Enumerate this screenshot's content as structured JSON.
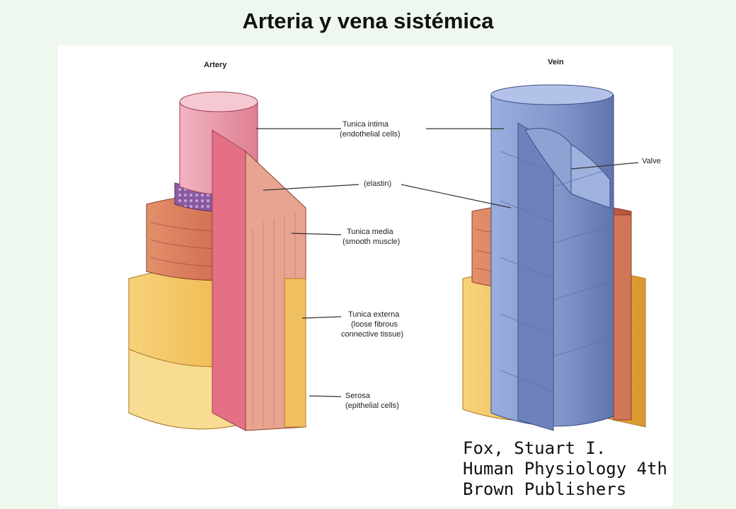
{
  "title": "Arteria y vena sistémica",
  "diagram": {
    "artery_heading": "Artery",
    "vein_heading": "Vein",
    "labels": {
      "tunica_intima": "Tunica intima",
      "tunica_intima_sub": "(endothelial cells)",
      "elastin": "(elastin)",
      "tunica_media": "Tunica media",
      "tunica_media_sub": "(smooth muscle)",
      "tunica_externa": "Tunica externa",
      "tunica_externa_sub1": "(loose fibrous",
      "tunica_externa_sub2": "connective tissue)",
      "serosa": "Serosa",
      "serosa_sub": "(epithelial cells)",
      "valve": "Valve"
    },
    "credit": {
      "line1": "Fox, Stuart I.",
      "line2": "Human Physiology 4th",
      "line3": "Brown Publishers"
    }
  },
  "colors": {
    "page_background": "#eef8ee",
    "intima_artery": "#e9a0b0",
    "elastin": "#8a5aa0",
    "media": "#d2765a",
    "externa": "#f0c060",
    "vein_intima": "#7f95c9"
  }
}
